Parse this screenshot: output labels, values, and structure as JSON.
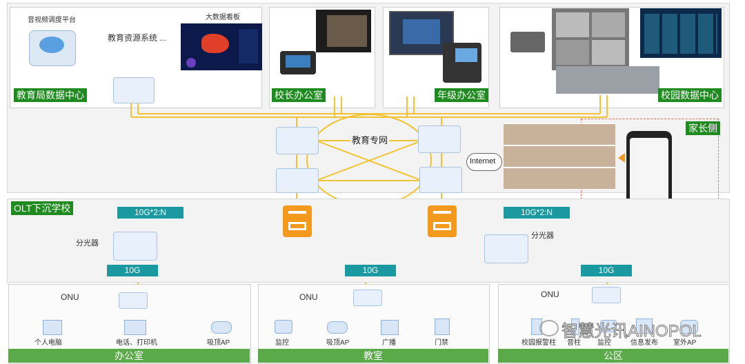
{
  "top": {
    "edu_bureau": {
      "label": "教育局数据中心",
      "av_platform": "音视频调度平台",
      "edu_resource": "教育资源系统 ...",
      "bigdata": "大数据看板"
    },
    "principal": {
      "label": "校长办公室"
    },
    "grade": {
      "label": "年级办公室"
    },
    "campus": {
      "label": "校园数据中心"
    },
    "network_label": "教育专网",
    "internet_label": "Internet",
    "parents_label": "家长侧"
  },
  "olt": {
    "label": "OLT下沉学校",
    "left_tag": "10G*2:N",
    "right_tag": "10G*2:N",
    "splitter_left": "分光器",
    "splitter_right": "分光器",
    "tag_office": "10G",
    "tag_classroom": "10G",
    "tag_public": "10G"
  },
  "zones": [
    {
      "name": "办公室",
      "onu": "ONU",
      "devices": [
        "个人电脑",
        "电话、打印机",
        "吸顶AP"
      ]
    },
    {
      "name": "教室",
      "onu": "ONU",
      "devices": [
        "监控",
        "吸顶AP",
        "广播",
        "门禁"
      ]
    },
    {
      "name": "公区",
      "onu": "ONU",
      "devices": [
        "校园报警柱",
        "音柱",
        "监控",
        "信息发布",
        "室外AP"
      ]
    }
  ],
  "watermark": "智慧光讯AINOPOL",
  "colors": {
    "line": "#f2c230",
    "green": "#1f8a1f",
    "teal": "#1a9aa0",
    "orange": "#f39a1e",
    "bar": "#5aaa4a"
  }
}
